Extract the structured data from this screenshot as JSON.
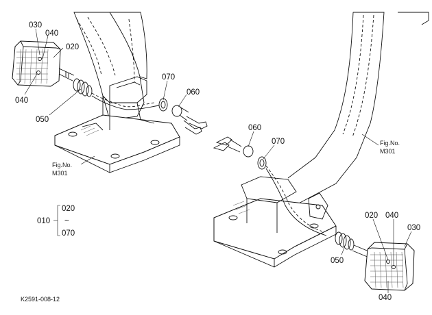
{
  "labels": {
    "left_030": "030",
    "left_040_top": "040",
    "left_020": "020",
    "left_040_bottom": "040",
    "left_050": "050",
    "left_070": "070",
    "left_060": "060",
    "left_fig_no": "Fig.No.",
    "left_fig_ref": "M301",
    "right_060": "060",
    "right_070": "070",
    "right_fig_no": "Fig.No.",
    "right_fig_ref": "M301",
    "right_020": "020",
    "right_040_top": "040",
    "right_030": "030",
    "right_050": "050",
    "right_040_bottom": "040",
    "group_010": "010",
    "group_020": "020",
    "group_tilde": "~",
    "group_070": "070",
    "drawing_code": "K2591-008-12"
  }
}
